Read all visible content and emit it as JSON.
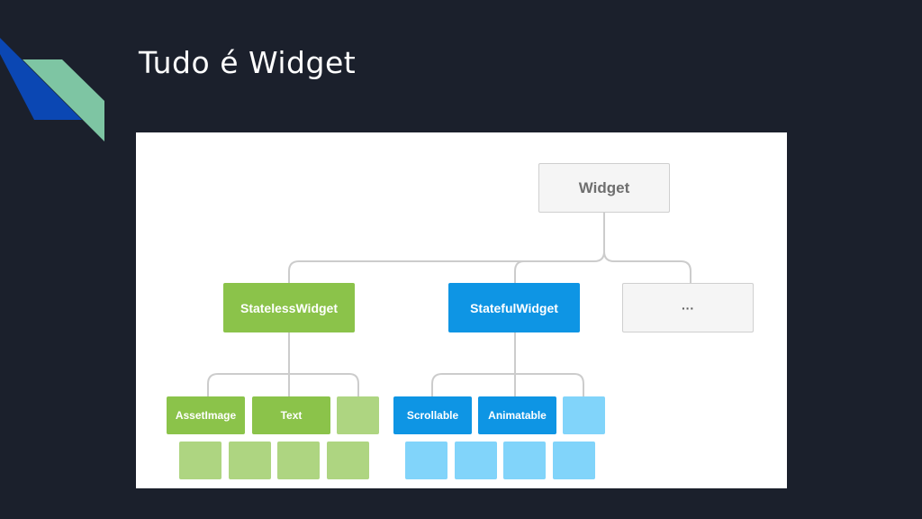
{
  "slide": {
    "title": "Tudo é Widget"
  },
  "diagram": {
    "root": {
      "label": "Widget"
    },
    "children": [
      {
        "label": "StatelessWidget",
        "color": "#8bc34a",
        "subclasses": [
          "AssetImage",
          "Text"
        ]
      },
      {
        "label": "StatefulWidget",
        "color": "#0e95e4",
        "subclasses": [
          "Scrollable",
          "Animatable"
        ]
      },
      {
        "label": "···",
        "color": "#f5f5f5"
      }
    ],
    "colors": {
      "light_green": "#aed581",
      "light_blue": "#81d4fa",
      "connector": "#cccccc"
    }
  }
}
